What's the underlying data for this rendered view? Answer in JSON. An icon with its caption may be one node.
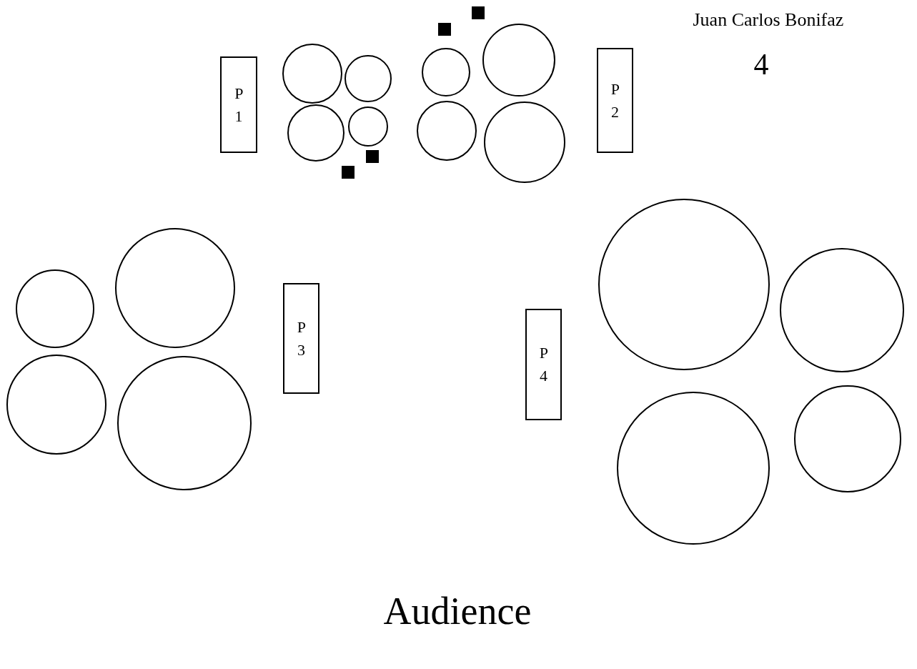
{
  "diagram": {
    "nodes": [
      {
        "text": [
          "P 1"
        ]
      },
      {
        "text": [
          "P 2"
        ]
      },
      {
        "text": [
          "P 3"
        ]
      },
      {
        "text": [
          "P 4"
        ]
      },
      {
        "text": [],
        "shape": "circle"
      },
      {
        "text": [],
        "shape": "circle"
      },
      {
        "text": [],
        "shape": "circle"
      },
      {
        "text": [],
        "shape": "circle"
      },
      {
        "text": [],
        "shape": "circle"
      },
      {
        "text": [],
        "shape": "circle"
      },
      {
        "text": [],
        "shape": "circle"
      },
      {
        "text": [],
        "shape": "circle"
      },
      {
        "text": [],
        "shape": "circle"
      },
      {
        "text": [],
        "shape": "circle"
      },
      {
        "text": [],
        "shape": "circle"
      },
      {
        "text": [],
        "shape": "circle"
      },
      {
        "text": [],
        "shape": "circle"
      },
      {
        "text": [],
        "shape": "circle"
      },
      {
        "text": [],
        "shape": "circle"
      },
      {
        "text": [],
        "shape": "circle"
      },
      {
        "text": [],
        "shape": "box"
      },
      {
        "text": [],
        "shape": "box"
      },
      {
        "text": [],
        "shape": "box"
      },
      {
        "text": [],
        "shape": "box"
      }
    ],
    "labels": [
      "Juan Carlos Bonifaz",
      "4",
      "Audience"
    ]
  }
}
